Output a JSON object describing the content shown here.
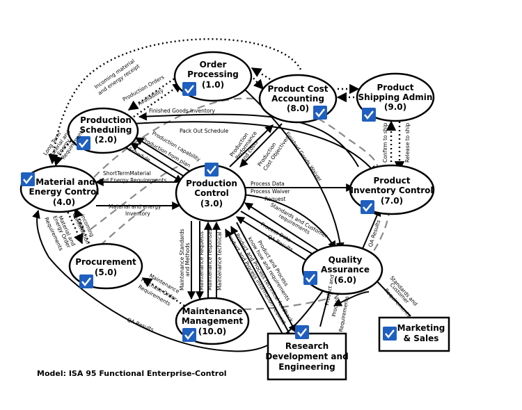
{
  "caption": "Model: ISA 95 Functional Enterprise-Control",
  "colors": {
    "check": "#1f5fbf",
    "line": "#000000",
    "dashed": "#888888"
  },
  "nodes": {
    "order_processing": {
      "line1": "Order",
      "line2": "Processing",
      "num": "(1.0)",
      "icon": "checkbox-icon"
    },
    "production_scheduling": {
      "line1": "Production",
      "line2": "Scheduling",
      "num": "(2.0)",
      "icon": "checkbox-icon"
    },
    "production_control": {
      "line1": "Production",
      "line2": "Control",
      "num": "(3.0)",
      "icon": "checkbox-icon"
    },
    "material_energy_control": {
      "line1": "Material and",
      "line2": "Energy Control",
      "num": "(4.0)",
      "icon": "checkbox-icon"
    },
    "procurement": {
      "line1": "Procurement",
      "num": "(5.0)",
      "icon": "checkbox-icon"
    },
    "quality_assurance": {
      "line1": "Quality",
      "line2": "Assurance",
      "num": "(6.0)",
      "icon": "checkbox-icon"
    },
    "product_inventory_control": {
      "line1": "Product",
      "line2": "Inventory Control",
      "num": "(7.0)",
      "icon": "checkbox-icon"
    },
    "product_cost_accounting": {
      "line1": "Product Cost",
      "line2": "Accounting",
      "num": "(8.0)",
      "icon": "checkbox-icon"
    },
    "product_shipping_admin": {
      "line1": "Product",
      "line2": "Shipping Admin",
      "num": "(9.0)",
      "icon": "checkbox-icon"
    },
    "maintenance_management": {
      "line1": "Maintenance",
      "line2": "Management",
      "num": "(10.0)",
      "icon": "checkbox-icon"
    },
    "research": {
      "line1": "Research",
      "line2": "Development and",
      "line3": "Engineering",
      "icon": "checkbox-icon"
    },
    "marketing": {
      "line1": "Marketing",
      "line2": "& Sales",
      "icon": "checkbox-icon"
    }
  },
  "labels": {
    "incoming1": "Incoming material",
    "incoming2": "and energy receipt",
    "production_orders": "Production Orders",
    "availability": "Availability",
    "long_term1": "Long Term",
    "long_term2": "Material and",
    "long_term3": "Energy",
    "long_term4": "Requirements",
    "finished_goods_inventory": "Finished Goods Inventory",
    "pack_out_schedule": "Pack Out Schedule",
    "production_capability": "Production capability",
    "production_from_plan": "Production from plan",
    "schedule": "Schedule",
    "production_perf1": "Production",
    "production_perf2": "Performance",
    "production_perf3": "and costs",
    "production_cost1": "Production",
    "production_cost2": "Cost Objectives",
    "finished_goods_waiver": "Finished Goods Waiver",
    "short_term1": "ShortTermMaterial",
    "short_term2": "and Energy Requirements",
    "material_energy_inventory1": "Material and energy",
    "material_energy_inventory2": "Inventory",
    "process_data": "Process Data",
    "process_waiver1": "Process Waiver",
    "process_waiver2": "Request",
    "standards_requirements1": "Standards and Customer",
    "standards_requirements2": "requirements",
    "process_data_2": "Process Data",
    "qa_results_1": "QA Results",
    "product_process1": "Product and Process",
    "product_process2": "know how and requirements",
    "product_process_feedback": "Product and Process technical feedback",
    "product_process_info": "Product and Process information request",
    "maintenance_standards1": "Maintenance Standards",
    "maintenance_standards2": "and Methods",
    "maintenance_requests": "Maintenance Requests",
    "maintenance_responses": "Maintenance responses",
    "maintenance_technical": "Maintenance technical",
    "incoming_order1": "Incoming",
    "incoming_order2": "Order",
    "incoming_order3": "Confirmation",
    "material_energy_order1": "Material and",
    "material_energy_order2": "Energy Order",
    "material_energy_order3": "Requirements",
    "maintenance_purchase1": "Maintenance",
    "maintenance_purchase2": "Purchase Order",
    "maintenance_purchase3": "Requirements",
    "qa_results_2": "QA Results",
    "product_process_req1": "Product and",
    "product_process_req2": "Process",
    "product_process_req3": "Requirements",
    "qa_results_3": "QA Results",
    "standards_customer1": "Standards and",
    "standards_customer2": "Customer",
    "standards_customer3": "Requirements",
    "confirm_to_ship": "Confirm to ship",
    "release_to_ship": "Release to ship"
  }
}
